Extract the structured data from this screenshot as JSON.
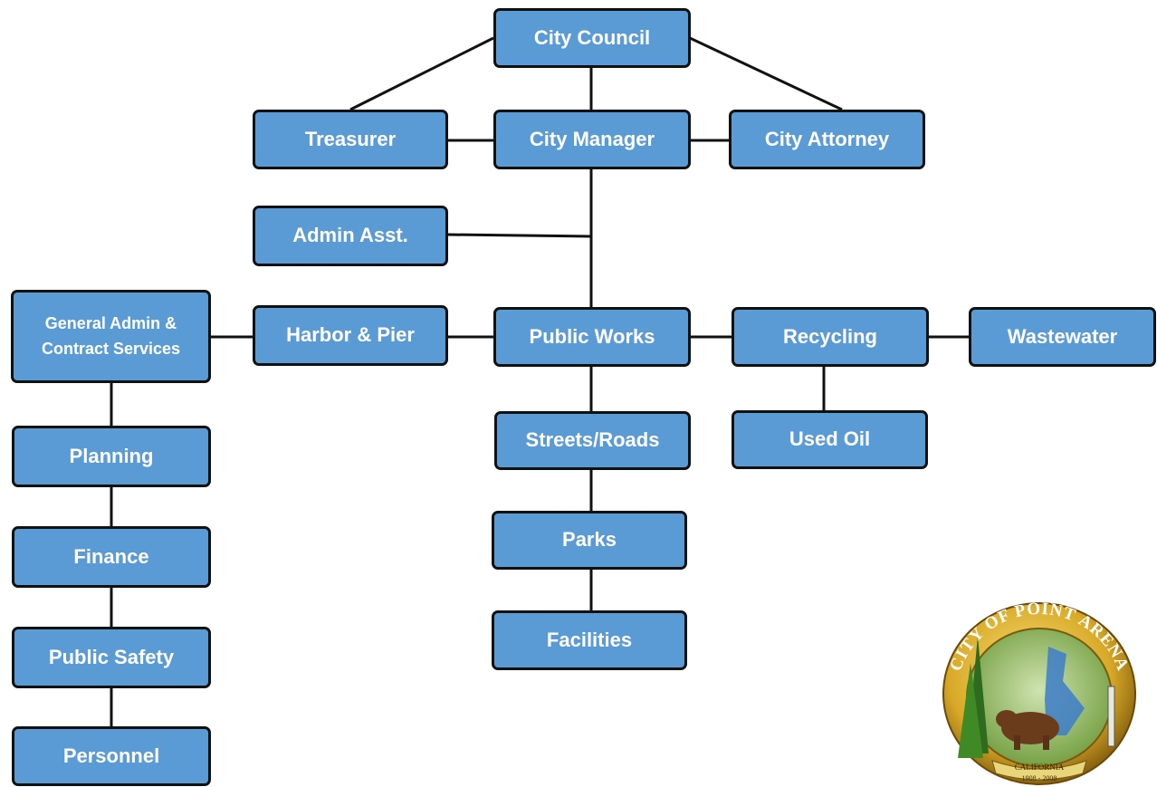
{
  "org_chart": {
    "city_council": "City Council",
    "treasurer": "Treasurer",
    "city_manager": "City Manager",
    "city_attorney": "City Attorney",
    "admin_asst": "Admin Asst.",
    "general_admin_line1": "General Admin &",
    "general_admin_line2": "Contract Services",
    "harbor_pier": "Harbor & Pier",
    "public_works": "Public Works",
    "recycling": "Recycling",
    "wastewater": "Wastewater",
    "streets_roads": "Streets/Roads",
    "used_oil": "Used Oil",
    "parks": "Parks",
    "facilities": "Facilities",
    "planning": "Planning",
    "finance": "Finance",
    "public_safety": "Public Safety",
    "personnel": "Personnel"
  },
  "seal": {
    "top_text": "CITY OF POINT ARENA",
    "banner_text": "CALIFORNIA",
    "years_text": "1908 - 2008",
    "icon": "city-seal-icon"
  },
  "colors": {
    "box_fill": "#5b9bd5",
    "box_border": "#111111",
    "connector": "#111111",
    "text": "#ffffff"
  }
}
